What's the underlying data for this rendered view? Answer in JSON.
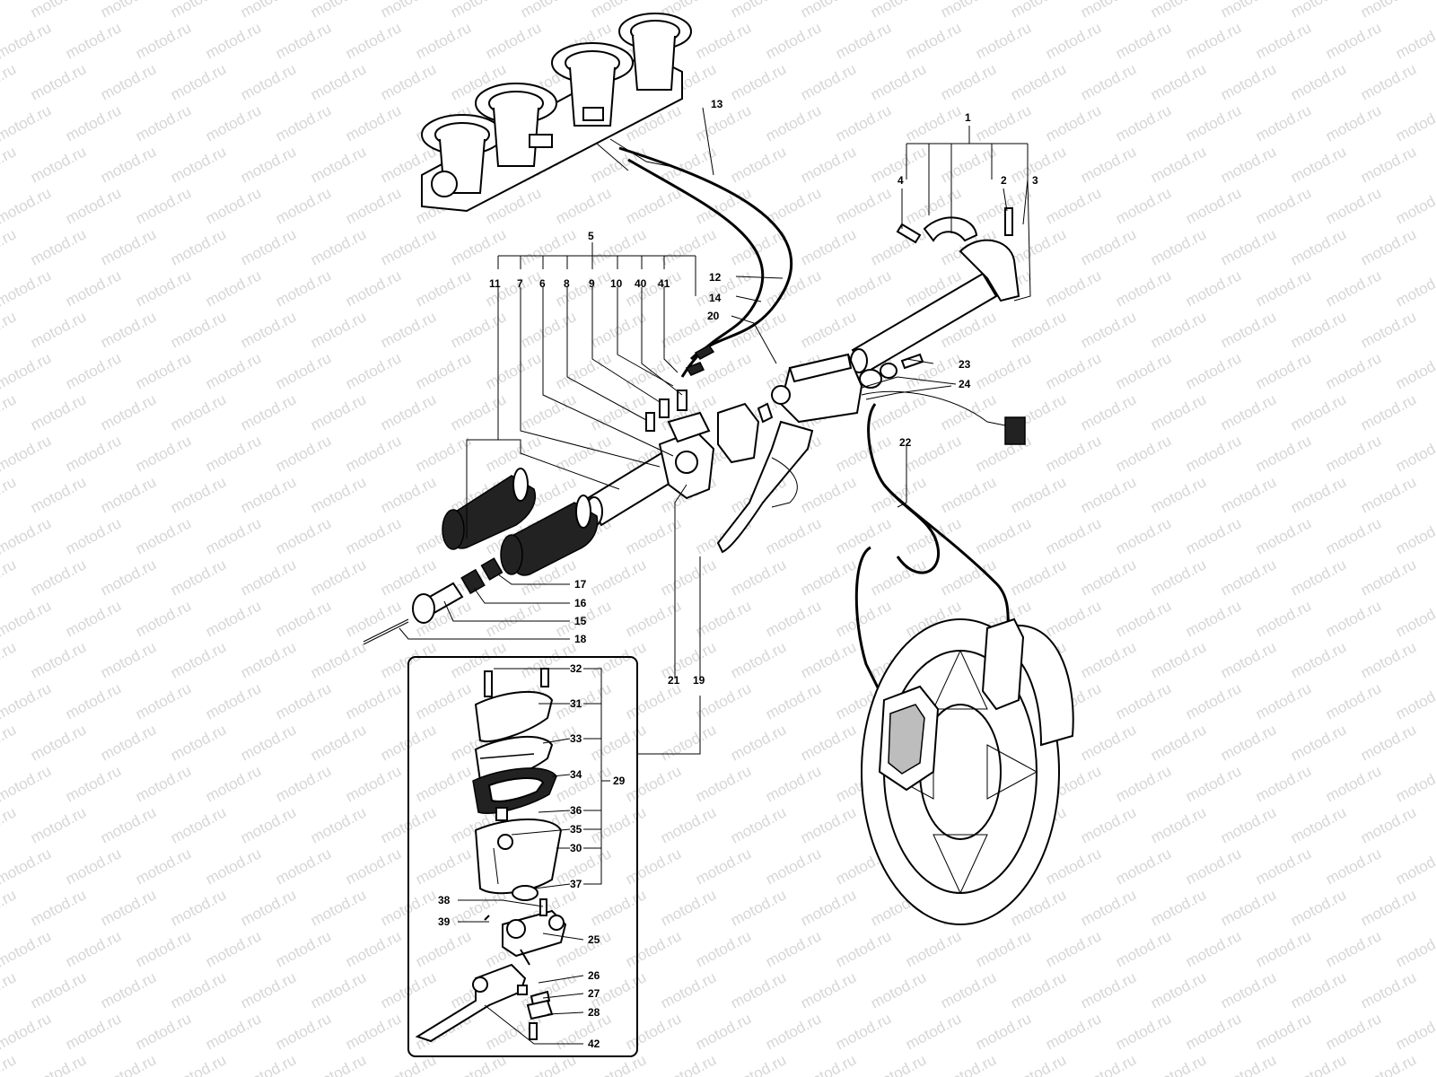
{
  "watermark": "motod.ru",
  "colors": {
    "background": "#ffffff",
    "ink": "#000000",
    "watermark": "#d6d6d6"
  },
  "labels": {
    "l1": "1",
    "l2": "2",
    "l3": "3",
    "l4": "4",
    "l5": "5",
    "l6": "6",
    "l7": "7",
    "l8": "8",
    "l9": "9",
    "l10": "10",
    "l11": "11",
    "l12": "12",
    "l13": "13",
    "l14": "14",
    "l15": "15",
    "l16": "16",
    "l17": "17",
    "l18": "18",
    "l19": "19",
    "l20": "20",
    "l21": "21",
    "l22": "22",
    "l23": "23",
    "l24": "24",
    "l25": "25",
    "l26": "26",
    "l27": "27",
    "l28": "28",
    "l29": "29",
    "l30": "30",
    "l31": "31",
    "l32": "32",
    "l33": "33",
    "l34": "34",
    "l35": "35",
    "l36": "36",
    "l37": "37",
    "l38": "38",
    "l39": "39",
    "l40": "40",
    "l41": "41",
    "l42": "42"
  }
}
